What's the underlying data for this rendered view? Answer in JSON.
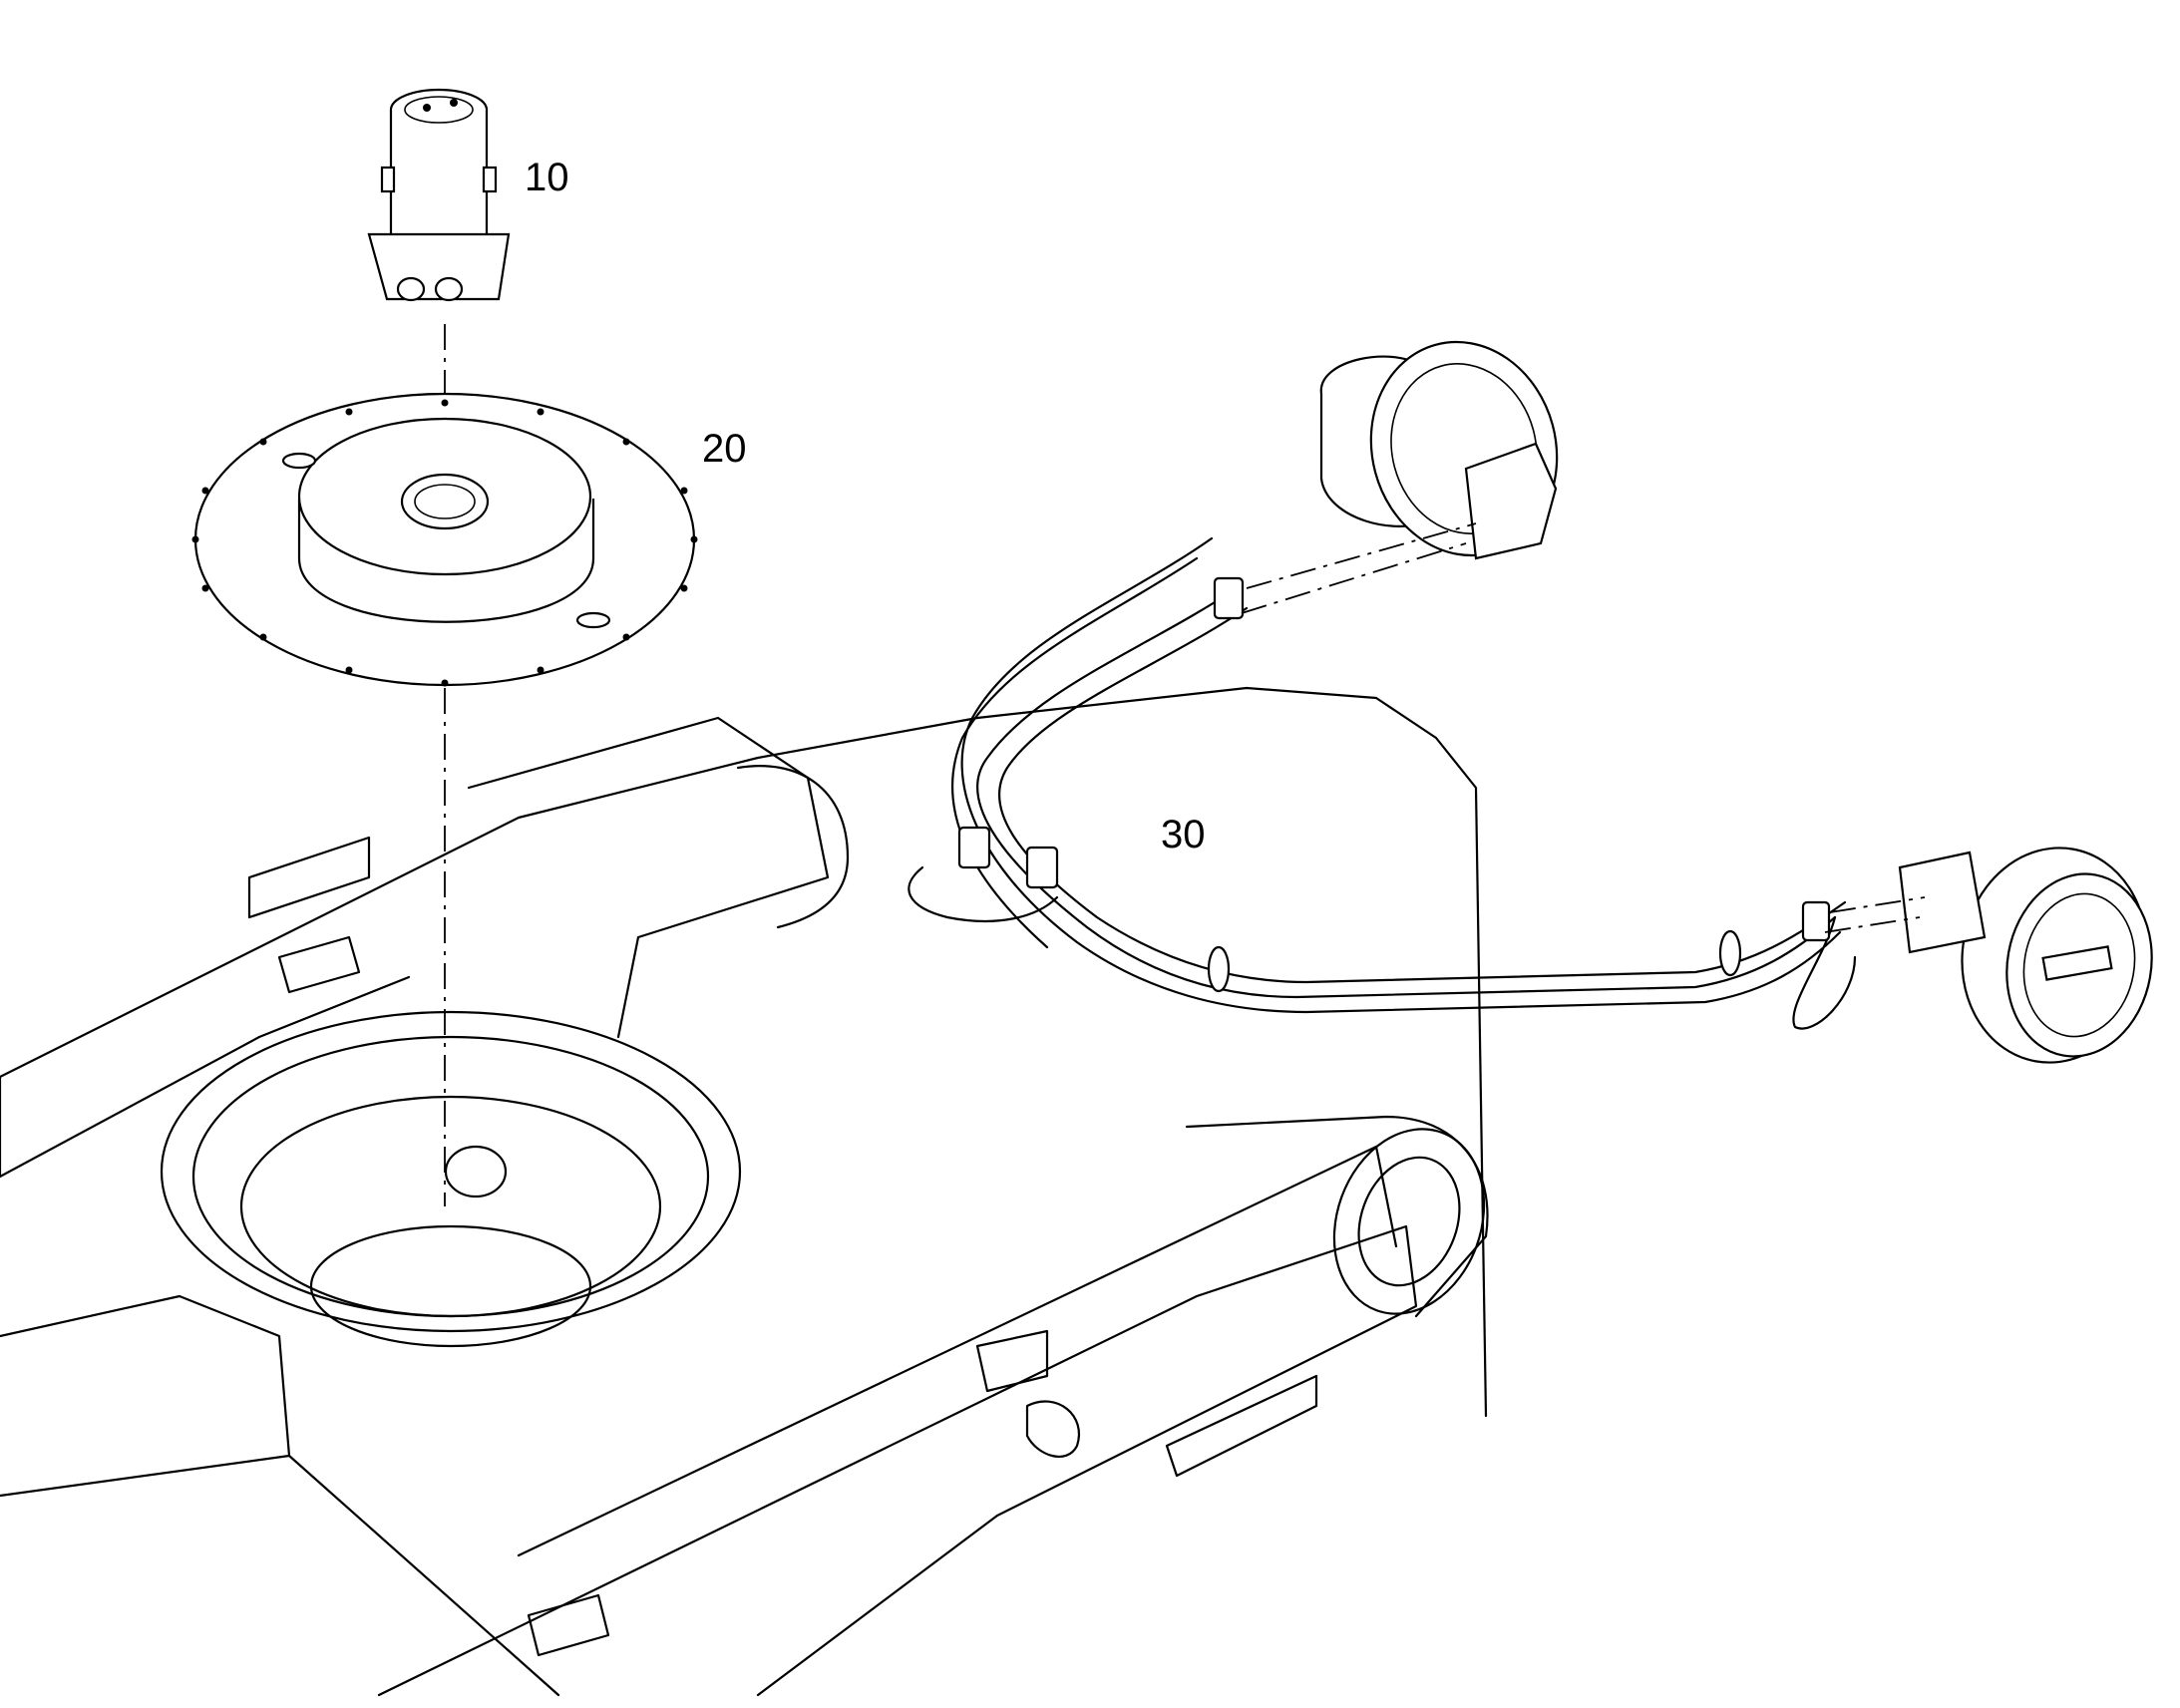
{
  "callouts": {
    "item_10": "10",
    "item_20": "20",
    "item_30": "30"
  },
  "parts": [
    {
      "number": "10",
      "icon": "rotary-joint-icon"
    },
    {
      "number": "20",
      "icon": "cover-plate-icon"
    },
    {
      "number": "30",
      "icon": "hose-harness-icon"
    }
  ],
  "colors": {
    "line": "#000000",
    "background": "#ffffff"
  }
}
